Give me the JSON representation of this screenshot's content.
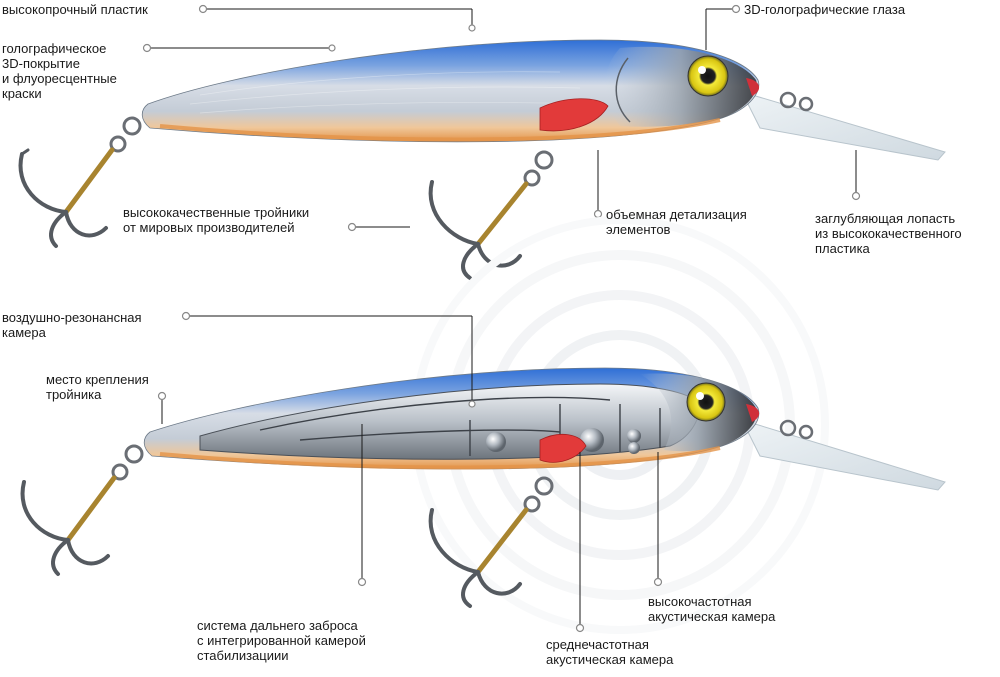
{
  "top_lure": {
    "labels": {
      "plastic": "высокопрочный пластик",
      "coating": "голографическое\n3D-покрытие\nи флуоресцентные\nкраски",
      "eyes": "3D-голографические глаза",
      "hooks": "высококачественные тройники\nот мировых производителей",
      "detail": "объемная детализация\nэлементов",
      "lip": "заглубляющая лопасть\nиз высококачественного\nпластика"
    }
  },
  "bottom_lure": {
    "labels": {
      "air_chamber": "воздушно-резонансная\nкамера",
      "hook_mount": "место крепления\nтройника",
      "casting": "система дальнего заброса\nс интегрированной камерой\nстабилизациии",
      "high_freq": "высокочастотная\nакустическая камера",
      "mid_freq": "среднечастотная\nакустическая камера"
    }
  },
  "colors": {
    "back_blue": "#2f6fd6",
    "body_silver": "#c9d3de",
    "belly_orange": "#e8a35a",
    "fin_red": "#e23a3a",
    "eye_yellow": "#e8d81c",
    "lip_clear": "#dfe8ee",
    "hook_gold": "#a8842f",
    "hook_steel": "#555a60"
  }
}
